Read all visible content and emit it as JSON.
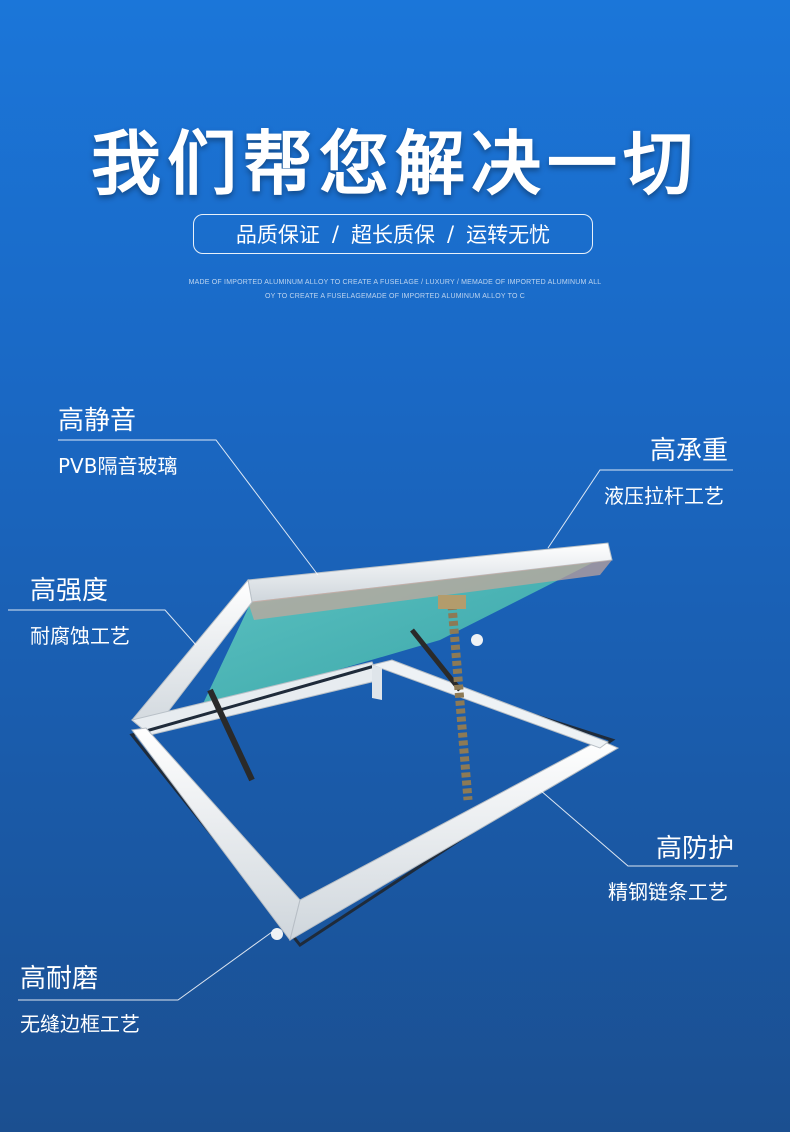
{
  "header": {
    "title": "我们帮您解决一切",
    "pill_items": [
      "品质保证",
      "超长质保",
      "运转无忧"
    ],
    "separator": "/",
    "tagline_line1": "MADE OF IMPORTED ALUMINUM ALLOY TO CREATE A FUSELAGE / LUXURY / MEMADE OF IMPORTED ALUMINUM ALL",
    "tagline_line2": "OY TO CREATE A FUSELAGEMADE OF IMPORTED ALUMINUM ALLOY TO C"
  },
  "features": [
    {
      "title": "高静音",
      "sub": "PVB隔音玻璃"
    },
    {
      "title": "高承重",
      "sub": "液压拉杆工艺"
    },
    {
      "title": "高强度",
      "sub": "耐腐蚀工艺"
    },
    {
      "title": "高防护",
      "sub": "精钢链条工艺"
    },
    {
      "title": "高耐磨",
      "sub": "无缝边框工艺"
    }
  ]
}
